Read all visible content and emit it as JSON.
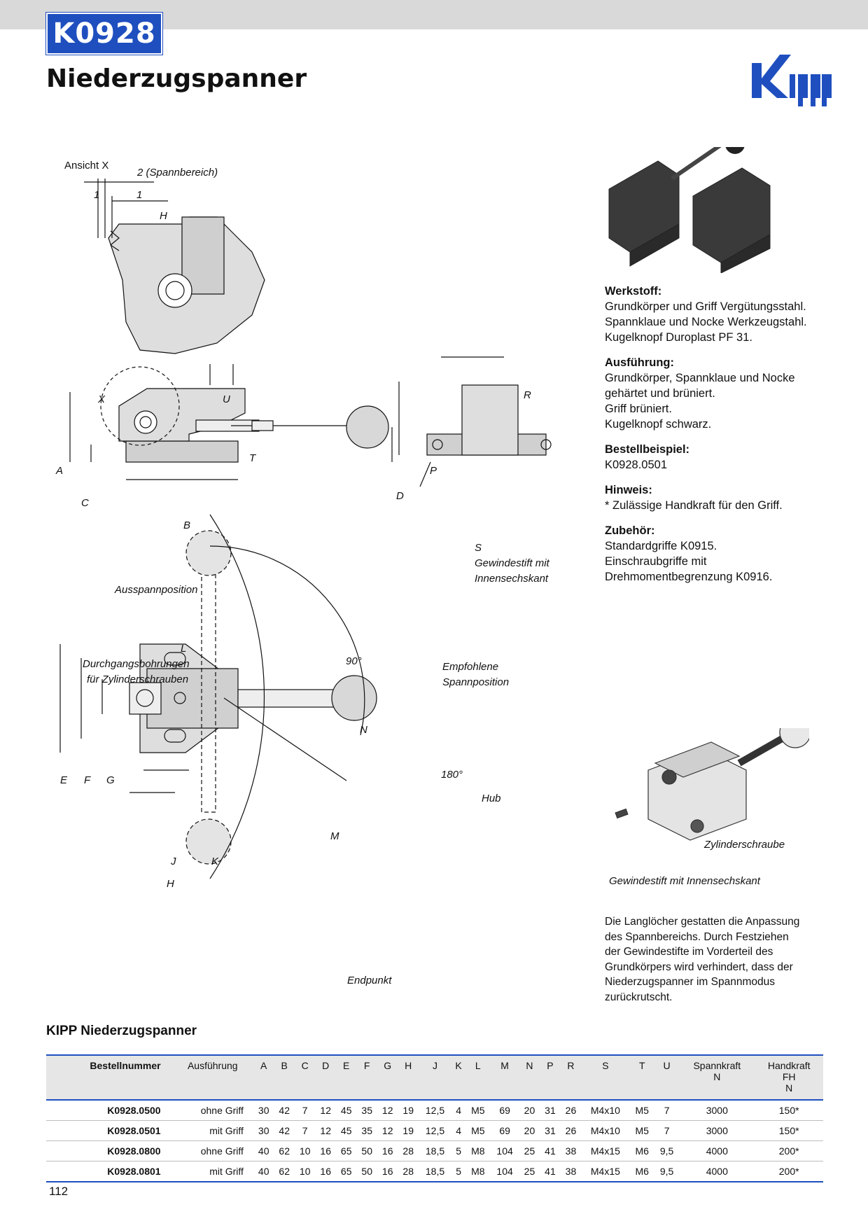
{
  "header": {
    "code": "K0928",
    "title": "Niederzugspanner",
    "brand": "Kipp",
    "accent": "#1f4fbf"
  },
  "drawing_labels": {
    "ansicht": "Ansicht X",
    "spannbereich": "2 (Spannbereich)",
    "one_a": "1",
    "one_b": "1",
    "h_top": "H",
    "x": "X",
    "u": "U",
    "t": "T",
    "a": "A",
    "c": "C",
    "b": "B",
    "d": "D",
    "r": "R",
    "p": "P",
    "s": "S",
    "gewindestift": "Gewindestift mit",
    "innensechskant": "Innensechskant",
    "ausspannposition": "Ausspannposition",
    "l": "L",
    "durchgang1": "Durchgangsbohrungen",
    "durchgang2": "für Zylinderschrauben",
    "deg90": "90°",
    "empfohlene1": "Empfohlene",
    "empfohlene2": "Spannposition",
    "n": "N",
    "e": "E",
    "f": "F",
    "g": "G",
    "deg180": "180°",
    "hub": "Hub",
    "m": "M",
    "j": "J",
    "k": "K",
    "h_bottom": "H",
    "endpunkt": "Endpunkt",
    "zylinderschraube": "Zylinderschraube",
    "gewindestift_full": "Gewindestift mit Innensechskant"
  },
  "properties": [
    {
      "heading": "Werkstoff:",
      "lines": [
        "Grundkörper und Griff Vergütungsstahl.",
        "Spannklaue und Nocke Werkzeugstahl.",
        "Kugelknopf Duroplast PF 31."
      ]
    },
    {
      "heading": "Ausführung:",
      "lines": [
        "Grundkörper, Spannklaue und Nocke",
        "gehärtet und brüniert.",
        "Griff brüniert.",
        "Kugelknopf schwarz."
      ]
    },
    {
      "heading": "Bestellbeispiel:",
      "lines": [
        "K0928.0501"
      ]
    },
    {
      "heading": "Hinweis:",
      "lines": [
        "* Zulässige Handkraft für den Griff."
      ]
    },
    {
      "heading": "Zubehör:",
      "lines": [
        "Standardgriffe K0915.",
        "Einschraubgriffe mit",
        "Drehmomentbegrenzung K0916."
      ]
    }
  ],
  "note_lines": [
    "Die Langlöcher gestatten die Anpassung",
    "des Spannbereichs. Durch Festziehen",
    "der Gewindestifte im Vorderteil des",
    "Grundkörpers wird verhindert, dass der",
    "Niederzugspanner im Spannmodus",
    "zurückrutscht."
  ],
  "table": {
    "title": "KIPP Niederzugspanner",
    "headers": [
      "Bestellnummer",
      "Ausführung",
      "A",
      "B",
      "C",
      "D",
      "E",
      "F",
      "G",
      "H",
      "J",
      "K",
      "L",
      "M",
      "N",
      "P",
      "R",
      "S",
      "T",
      "U",
      "Spannkraft\nN",
      "Handkraft\nFH\nN"
    ],
    "rows": [
      [
        "K0928.0500",
        "ohne Griff",
        "30",
        "42",
        "7",
        "12",
        "45",
        "35",
        "12",
        "19",
        "12,5",
        "4",
        "M5",
        "69",
        "20",
        "31",
        "26",
        "M4x10",
        "M5",
        "7",
        "3000",
        "150*"
      ],
      [
        "K0928.0501",
        "mit Griff",
        "30",
        "42",
        "7",
        "12",
        "45",
        "35",
        "12",
        "19",
        "12,5",
        "4",
        "M5",
        "69",
        "20",
        "31",
        "26",
        "M4x10",
        "M5",
        "7",
        "3000",
        "150*"
      ],
      [
        "K0928.0800",
        "ohne Griff",
        "40",
        "62",
        "10",
        "16",
        "65",
        "50",
        "16",
        "28",
        "18,5",
        "5",
        "M8",
        "104",
        "25",
        "41",
        "38",
        "M4x15",
        "M6",
        "9,5",
        "4000",
        "200*"
      ],
      [
        "K0928.0801",
        "mit Griff",
        "40",
        "62",
        "10",
        "16",
        "65",
        "50",
        "16",
        "28",
        "18,5",
        "5",
        "M8",
        "104",
        "25",
        "41",
        "38",
        "M4x15",
        "M6",
        "9,5",
        "4000",
        "200*"
      ]
    ]
  },
  "page_number": "112"
}
